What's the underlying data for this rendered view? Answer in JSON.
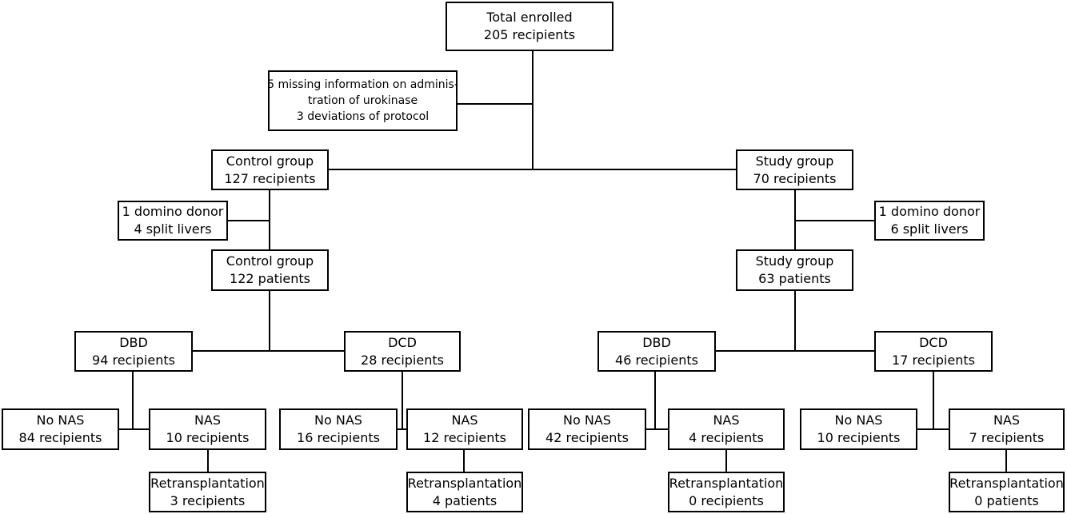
{
  "root": {
    "line1": "Total enrolled",
    "line2": "205 recipients"
  },
  "exclusion": {
    "line1": "5 missing information on adminis-",
    "line2": "tration of urokinase",
    "line3": "3 deviations of protocol"
  },
  "control": {
    "group": {
      "line1": "Control group",
      "line2": "127 recipients"
    },
    "exclusion": {
      "line1": "1 domino donor",
      "line2": "4 split livers"
    },
    "patients": {
      "line1": "Control group",
      "line2": "122 patients"
    },
    "dbd": {
      "node": {
        "line1": "DBD",
        "line2": "94 recipients"
      },
      "no_nas": {
        "line1": "No NAS",
        "line2": "84 recipients"
      },
      "nas": {
        "line1": "NAS",
        "line2": "10 recipients"
      },
      "retx": {
        "line1": "Retransplantation",
        "line2": "3 recipients"
      }
    },
    "dcd": {
      "node": {
        "line1": "DCD",
        "line2": "28 recipients"
      },
      "no_nas": {
        "line1": "No NAS",
        "line2": "16 recipients"
      },
      "nas": {
        "line1": "NAS",
        "line2": "12 recipients"
      },
      "retx": {
        "line1": "Retransplantation",
        "line2": "4 patients"
      }
    }
  },
  "study": {
    "group": {
      "line1": "Study group",
      "line2": "70 recipients"
    },
    "exclusion": {
      "line1": "1 domino donor",
      "line2": "6 split livers"
    },
    "patients": {
      "line1": "Study group",
      "line2": "63 patients"
    },
    "dbd": {
      "node": {
        "line1": "DBD",
        "line2": "46 recipients"
      },
      "no_nas": {
        "line1": "No NAS",
        "line2": "42 recipients"
      },
      "nas": {
        "line1": "NAS",
        "line2": "4 recipients"
      },
      "retx": {
        "line1": "Retransplantation",
        "line2": "0 recipients"
      }
    },
    "dcd": {
      "node": {
        "line1": "DCD",
        "line2": "17 recipients"
      },
      "no_nas": {
        "line1": "No NAS",
        "line2": "10 recipients"
      },
      "nas": {
        "line1": "NAS",
        "line2": "7 recipients"
      },
      "retx": {
        "line1": "Retransplantation",
        "line2": "0 patients"
      }
    }
  }
}
